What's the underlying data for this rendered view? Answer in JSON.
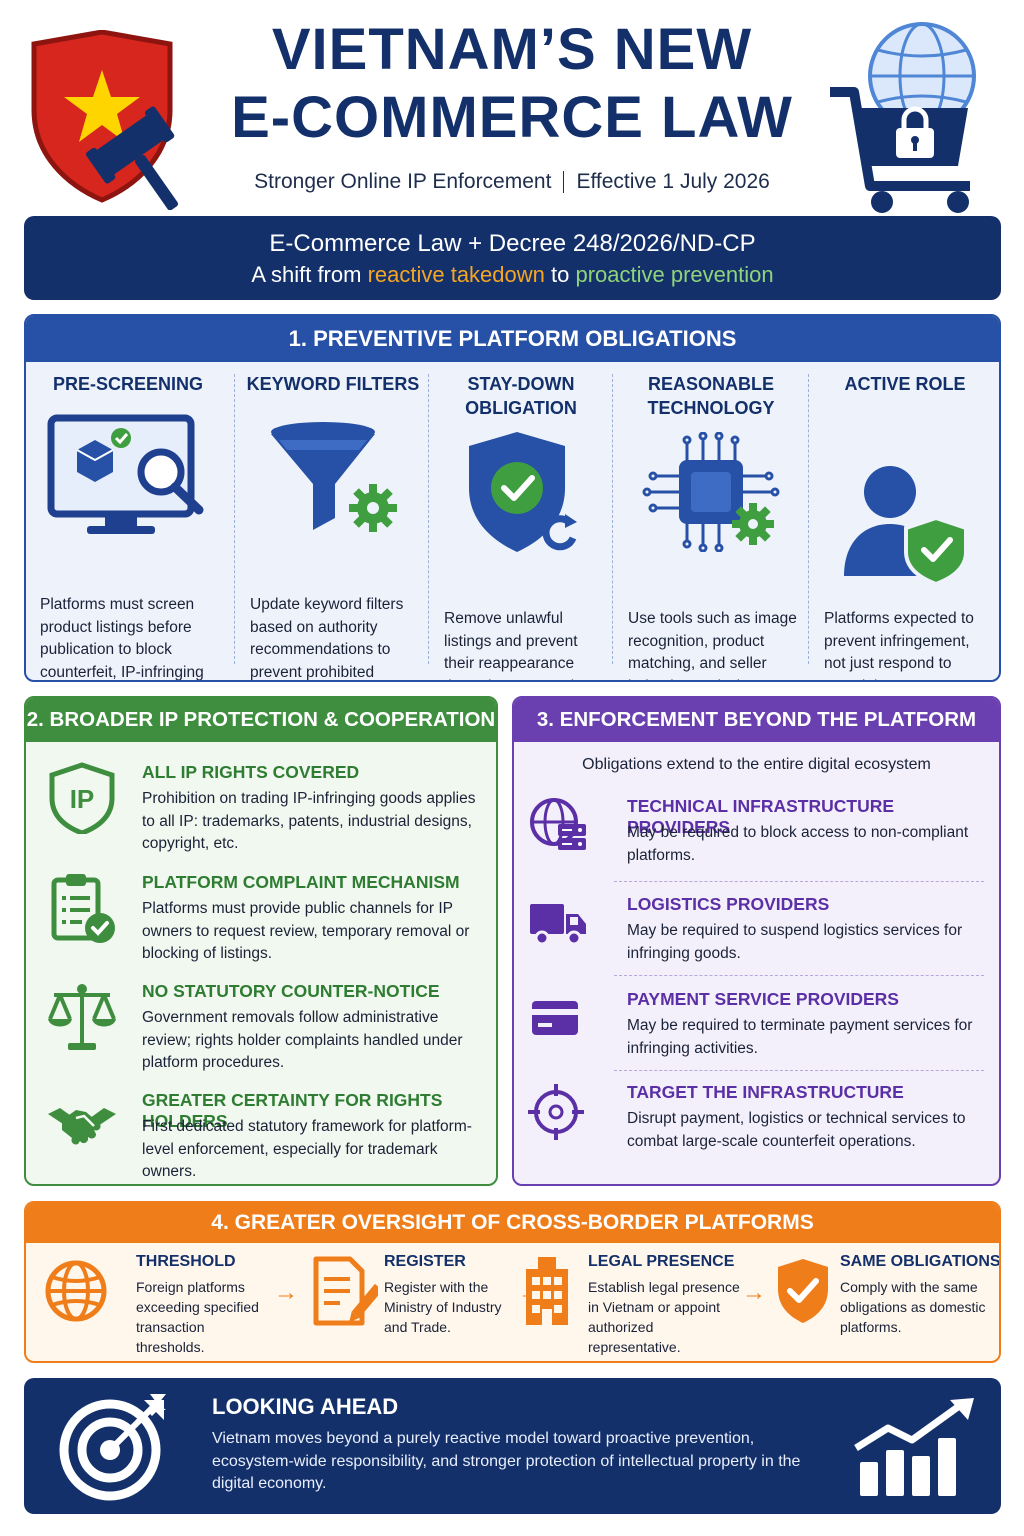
{
  "header": {
    "title_line1": "VIETNAM’S NEW",
    "title_line2": "E-COMMERCE LAW",
    "subtitle_left": "Stronger Online IP Enforcement",
    "subtitle_right": "Effective 1 July 2026"
  },
  "banner": {
    "line1": "E-Commerce Law + Decree 248/2026/ND-CP",
    "line2_prefix": "A shift from ",
    "line2_highlight1": "reactive takedown",
    "line2_middle": " to ",
    "line2_highlight2": "proactive prevention"
  },
  "section1": {
    "title": "1. PREVENTIVE PLATFORM OBLIGATIONS",
    "items": [
      {
        "title": "PRE-SCREENING",
        "text": "Platforms must screen product listings before publication to block counterfeit, IP-infringing or unknown-origin goods.",
        "icon": "monitor-search-icon"
      },
      {
        "title": "KEYWORD FILTERS",
        "text": "Update keyword filters based on authority recommendations to prevent prohibited listings.",
        "icon": "funnel-gear-icon"
      },
      {
        "title": "STAY-DOWN OBLIGATION",
        "text": "Remove unlawful listings and prevent their reappearance through automated systems.",
        "icon": "shield-check-icon"
      },
      {
        "title": "REASONABLE TECHNOLOGY",
        "text": "Use tools such as image recognition, product matching, and seller behavior analysis.",
        "icon": "chip-gear-icon"
      },
      {
        "title": "ACTIVE ROLE",
        "text": "Platforms expected to prevent infringement, not just respond to complaints.",
        "icon": "user-shield-icon"
      }
    ]
  },
  "section2": {
    "title": "2. BROADER IP PROTECTION & COOPERATION",
    "items": [
      {
        "title": "ALL IP RIGHTS COVERED",
        "text": "Prohibition on trading IP-infringing goods applies to all IP: trademarks, patents, industrial designs, copyright, etc.",
        "icon": "ip-shield-icon"
      },
      {
        "title": "PLATFORM COMPLAINT MECHANISM",
        "text": "Platforms must provide public channels for IP owners to request review, temporary removal or blocking of listings.",
        "icon": "clipboard-check-icon"
      },
      {
        "title": "NO STATUTORY COUNTER-NOTICE",
        "text": "Government removals follow administrative review; rights holder complaints handled under platform procedures.",
        "icon": "scales-icon"
      },
      {
        "title": "GREATER CERTAINTY FOR RIGHTS HOLDERS",
        "text": "First dedicated statutory framework for platform-level enforcement, especially for trademark owners.",
        "icon": "handshake-icon"
      }
    ]
  },
  "section3": {
    "title": "3. ENFORCEMENT BEYOND THE PLATFORM",
    "intro": "Obligations extend to the entire digital ecosystem",
    "items": [
      {
        "title": "TECHNICAL INFRASTRUCTURE PROVIDERS",
        "text": "May be required to block access to non-compliant platforms.",
        "icon": "globe-server-icon"
      },
      {
        "title": "LOGISTICS PROVIDERS",
        "text": "May be required to suspend logistics services for infringing goods.",
        "icon": "truck-icon"
      },
      {
        "title": "PAYMENT SERVICE PROVIDERS",
        "text": "May be required to terminate payment services for infringing activities.",
        "icon": "credit-card-icon"
      },
      {
        "title": "TARGET THE INFRASTRUCTURE",
        "text": "Disrupt payment, logistics or technical services to combat large-scale counterfeit operations.",
        "icon": "crosshair-icon"
      }
    ]
  },
  "section4": {
    "title": "4. GREATER OVERSIGHT OF CROSS-BORDER PLATFORMS",
    "items": [
      {
        "title": "THRESHOLD",
        "text": "Foreign platforms exceeding specified transaction thresholds.",
        "icon": "globe-icon"
      },
      {
        "title": "REGISTER",
        "text": "Register with the Ministry of Industry and Trade.",
        "icon": "document-pen-icon"
      },
      {
        "title": "LEGAL PRESENCE",
        "text": "Establish legal presence in Vietnam or appoint authorized representative.",
        "icon": "building-icon"
      },
      {
        "title": "SAME OBLIGATIONS",
        "text": "Comply with the same obligations as domestic platforms.",
        "icon": "shield-check-icon"
      }
    ]
  },
  "footer": {
    "title": "LOOKING AHEAD",
    "text": "Vietnam moves beyond a purely reactive model toward proactive prevention, ecosystem-wide responsibility, and stronger protection of intellectual property in the digital economy."
  },
  "colors": {
    "navy": "#13306b",
    "blue": "#2651a6",
    "green": "#3f8e3f",
    "purple": "#6a3fb0",
    "orange": "#ef7d1a",
    "vietnam_red": "#d7261e",
    "vietnam_yellow": "#ffd500"
  }
}
